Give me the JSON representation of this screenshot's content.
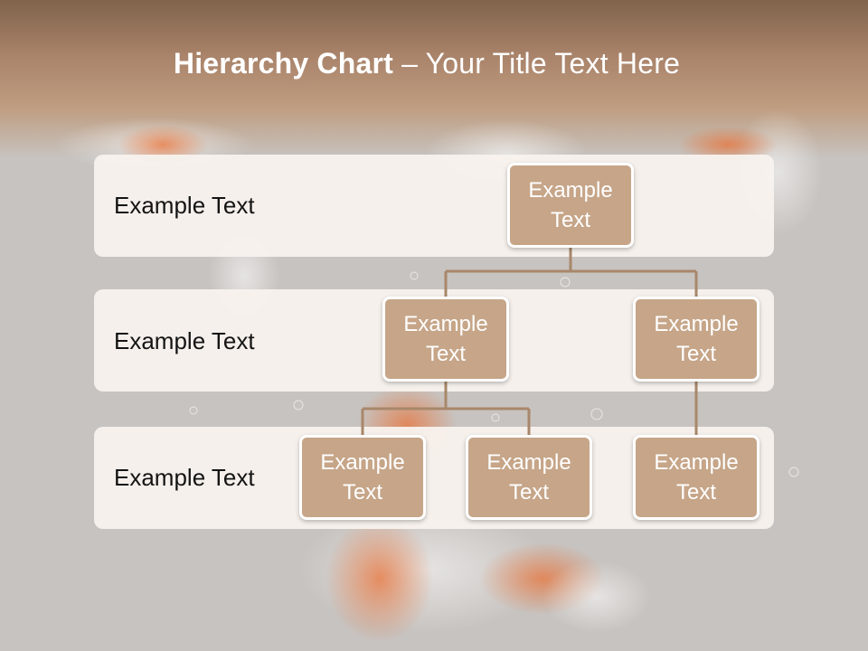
{
  "slide": {
    "title_bold": "Hierarchy Chart",
    "title_dash": " – ",
    "title_rest": "Your Title Text Here"
  },
  "rows": [
    {
      "label": "Example Text"
    },
    {
      "label": "Example Text"
    },
    {
      "label": "Example Text"
    }
  ],
  "nodes": {
    "root": "Example Text",
    "level2_left": "Example Text",
    "level2_right": "Example Text",
    "level3_left": "Example Text",
    "level3_middle": "Example Text",
    "level3_right": "Example Text"
  },
  "colors": {
    "node_fill": "#c6a588",
    "node_border": "#ffffff",
    "row_fill": "#f8f2ee",
    "connector": "#a8876a",
    "header_top": "#7f634b",
    "background": "#c7c3c0"
  }
}
